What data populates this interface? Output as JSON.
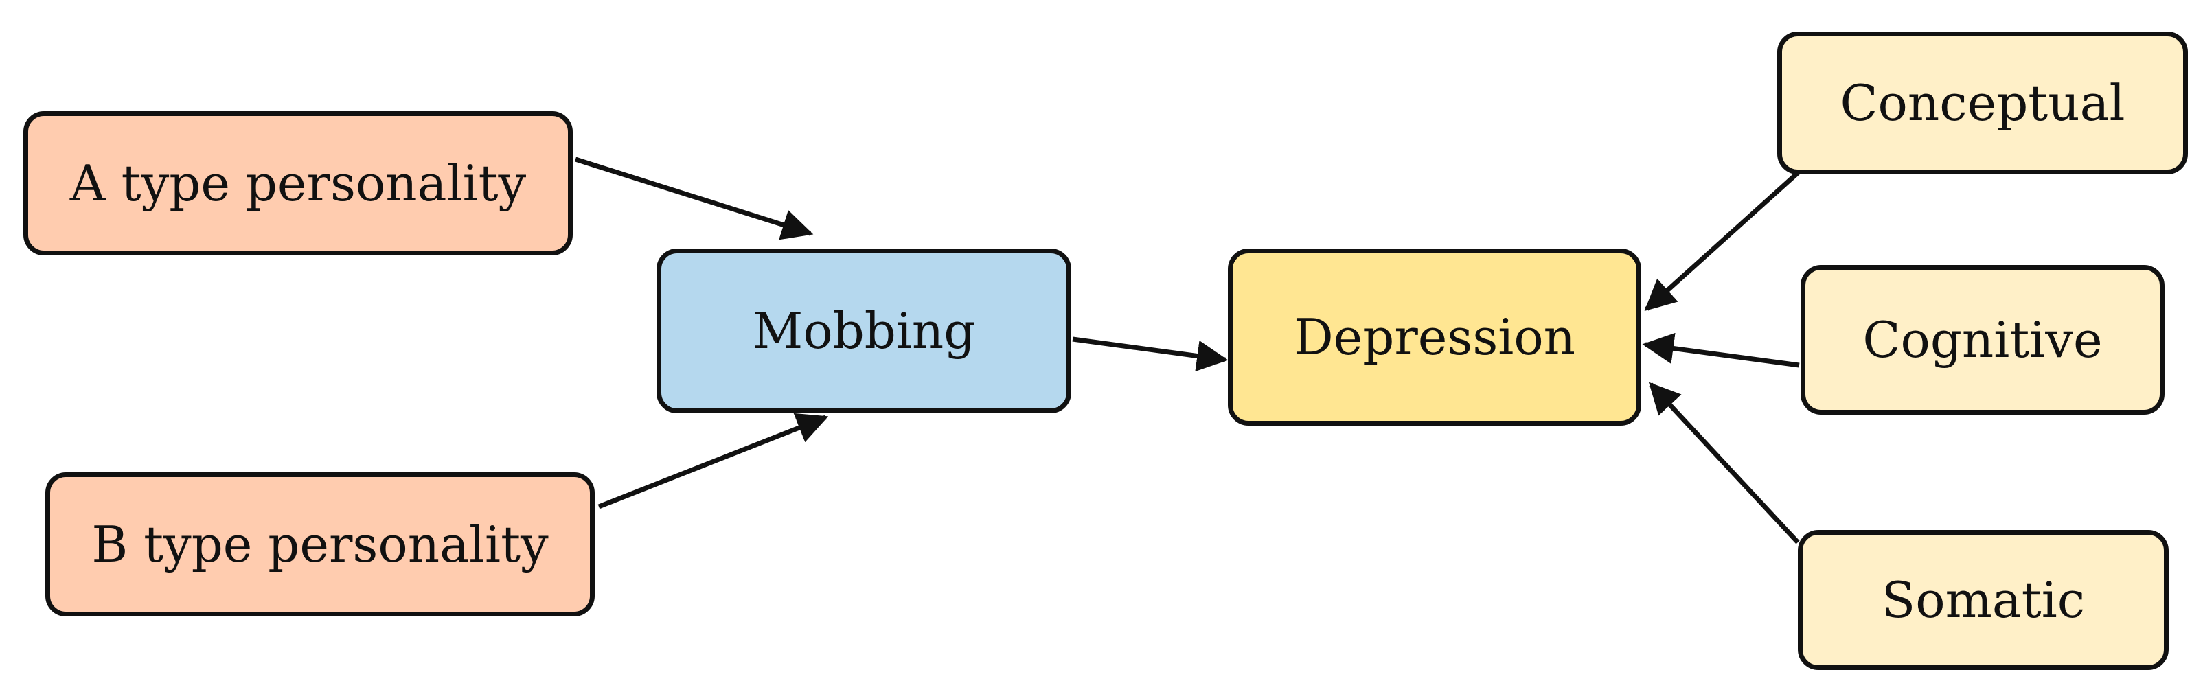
{
  "colors": {
    "personality_fill": "#FFCCAF",
    "mobbing_fill": "#B5D8EE",
    "depression_fill": "#FFE692",
    "symptom_fill": "#FFF0C8",
    "stroke": "#111111"
  },
  "nodes": {
    "a_type": {
      "label": "A type personality"
    },
    "b_type": {
      "label": "B type personality"
    },
    "mobbing": {
      "label": "Mobbing"
    },
    "depression": {
      "label": "Depression"
    },
    "conceptual": {
      "label": "Conceptual"
    },
    "cognitive": {
      "label": "Cognitive"
    },
    "somatic": {
      "label": "Somatic"
    }
  },
  "edges": [
    {
      "from": "a_type",
      "to": "mobbing"
    },
    {
      "from": "b_type",
      "to": "mobbing"
    },
    {
      "from": "mobbing",
      "to": "depression"
    },
    {
      "from": "conceptual",
      "to": "depression"
    },
    {
      "from": "cognitive",
      "to": "depression"
    },
    {
      "from": "somatic",
      "to": "depression"
    }
  ]
}
